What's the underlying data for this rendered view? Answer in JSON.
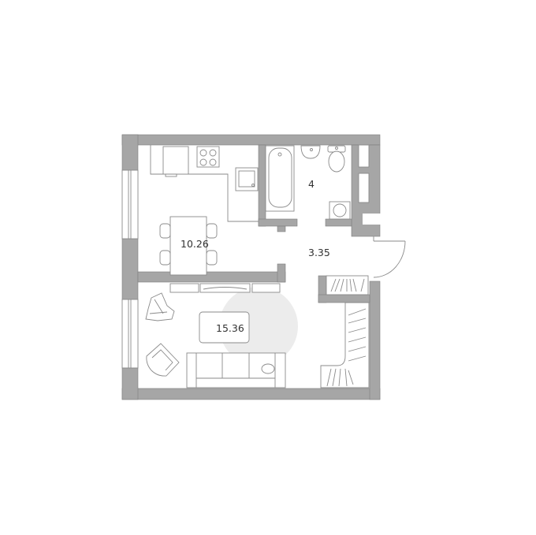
{
  "plan": {
    "rooms": [
      {
        "name": "kitchen",
        "area": "10.26"
      },
      {
        "name": "bathroom",
        "area": "4"
      },
      {
        "name": "hallway",
        "area": "3.35"
      },
      {
        "name": "living-room",
        "area": "15.36"
      }
    ],
    "colors": {
      "wall": "#a6a6a6",
      "rug": "#ececec",
      "line": "#8a8a8a"
    }
  }
}
